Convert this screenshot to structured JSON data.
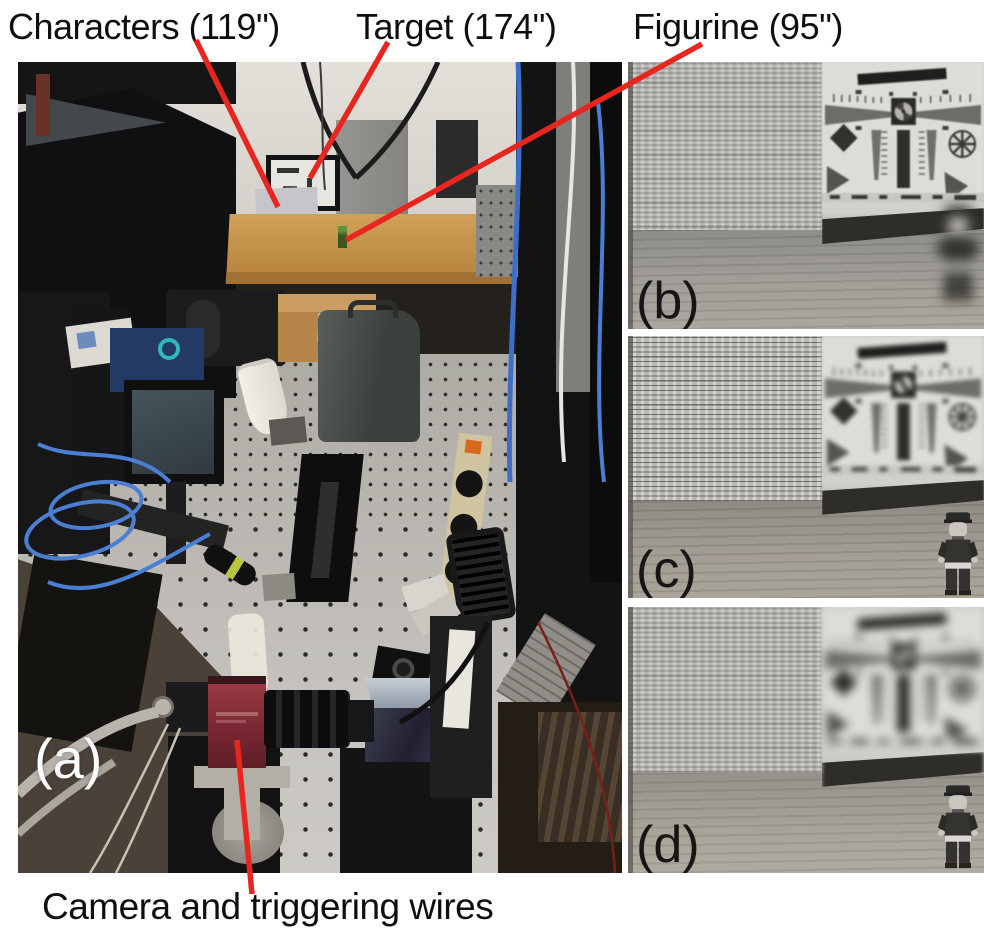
{
  "annotations": {
    "characters_label": "Characters (119\")",
    "target_label": "Target (174\")",
    "figurine_label": "Figurine (95\")",
    "camera_caption": "Camera and triggering wires"
  },
  "panels": {
    "a": {
      "label": "(a)"
    },
    "b": {
      "label": "(b)"
    },
    "c": {
      "label": "(c)"
    },
    "d": {
      "label": "(d)"
    }
  },
  "colors": {
    "callout_line": "#e8261f",
    "annotation_text": "#0e0e0e",
    "panel_a_label_text": "#ffffff",
    "camera_body": "#8e2f3c",
    "wood_table": "#c3954e",
    "optical_table": "#b5b2ad"
  }
}
